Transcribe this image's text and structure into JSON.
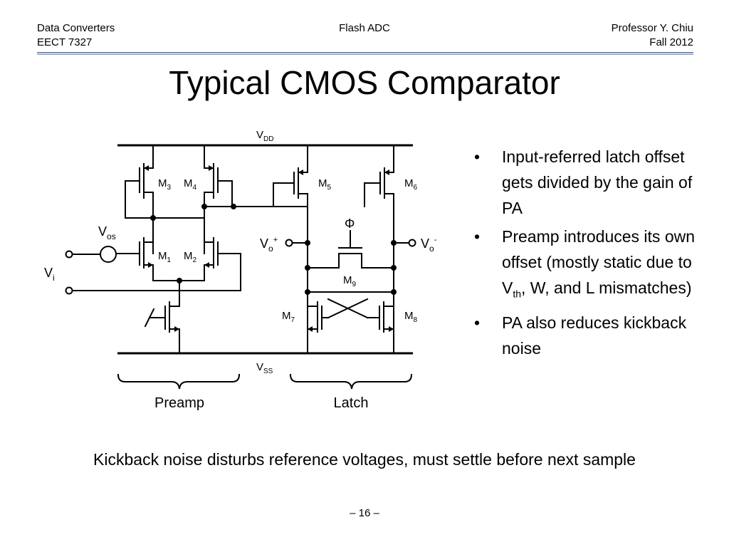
{
  "header": {
    "course": "Data Converters",
    "course_code": "EECT 7327",
    "topic": "Flash ADC",
    "instructor": "Professor Y. Chiu",
    "term": "Fall 2012"
  },
  "title": "Typical CMOS Comparator",
  "circuit": {
    "vdd": {
      "main": "V",
      "sub": "DD"
    },
    "vss": {
      "main": "V",
      "sub": "SS"
    },
    "vos": {
      "main": "V",
      "sub": "os"
    },
    "vi": {
      "main": "V",
      "sub": "i"
    },
    "vo_plus": {
      "main": "V",
      "sub": "o",
      "sup": "+"
    },
    "vo_minus": {
      "main": "V",
      "sub": "o",
      "sup": "-"
    },
    "phi": "Φ",
    "m1": {
      "main": "M",
      "sub": "1"
    },
    "m2": {
      "main": "M",
      "sub": "2"
    },
    "m3": {
      "main": "M",
      "sub": "3"
    },
    "m4": {
      "main": "M",
      "sub": "4"
    },
    "m5": {
      "main": "M",
      "sub": "5"
    },
    "m6": {
      "main": "M",
      "sub": "6"
    },
    "m7": {
      "main": "M",
      "sub": "7"
    },
    "m8": {
      "main": "M",
      "sub": "8"
    },
    "m9": {
      "main": "M",
      "sub": "9"
    },
    "preamp_label": "Preamp",
    "latch_label": "Latch"
  },
  "bullets": [
    {
      "bullet": "•",
      "text": "Input-referred latch offset gets divided by the gain of PA"
    },
    {
      "bullet": "•",
      "pre": "Preamp introduces its own offset (mostly static due to V",
      "sub": "th",
      "post": ", W, and L mismatches)"
    },
    {
      "bullet": "•",
      "text": "PA also reduces kickback noise"
    }
  ],
  "caption": "Kickback noise disturbs reference voltages, must settle before next sample",
  "page_number": "– 16 –"
}
